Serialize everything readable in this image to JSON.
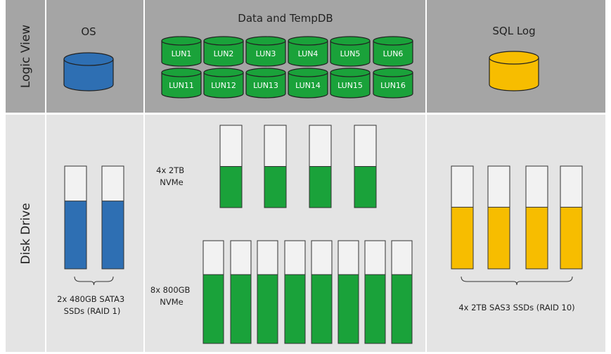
{
  "rows": {
    "logic_view": "Logic View",
    "disk_drive": "Disk Drive"
  },
  "logic": {
    "os": "OS",
    "data": "Data and TempDB",
    "log": "SQL Log"
  },
  "luns": {
    "row1": [
      "LUN1",
      "LUN2",
      "LUN3",
      "LUN4",
      "LUN5",
      "LUN6"
    ],
    "row2": [
      "LUN11",
      "LUN12",
      "LUN13",
      "LUN14",
      "LUN15",
      "LUN16"
    ]
  },
  "drives": {
    "os": {
      "caption": [
        "2x 480GB SATA3",
        "SSDs (RAID 1)"
      ],
      "count": 2,
      "fill_fraction": 0.66
    },
    "nvme_2tb": {
      "caption": [
        "4x 2TB",
        "NVMe"
      ],
      "count": 4,
      "fill_fraction": 0.5
    },
    "nvme_800gb": {
      "caption": [
        "8x 800GB",
        "NVMe"
      ],
      "count": 8,
      "fill_fraction": 0.67
    },
    "sas": {
      "caption": "4x 2TB SAS3 SSDs (RAID 10)",
      "count": 4,
      "fill_fraction": 0.6
    }
  },
  "colors": {
    "os": "#2e6fb3",
    "data": "#1aa23a",
    "log": "#f7bd00",
    "panel_header": "#a5a5a5",
    "panel_body": "#e4e4e4",
    "empty_drive": "#f2f2f2"
  }
}
